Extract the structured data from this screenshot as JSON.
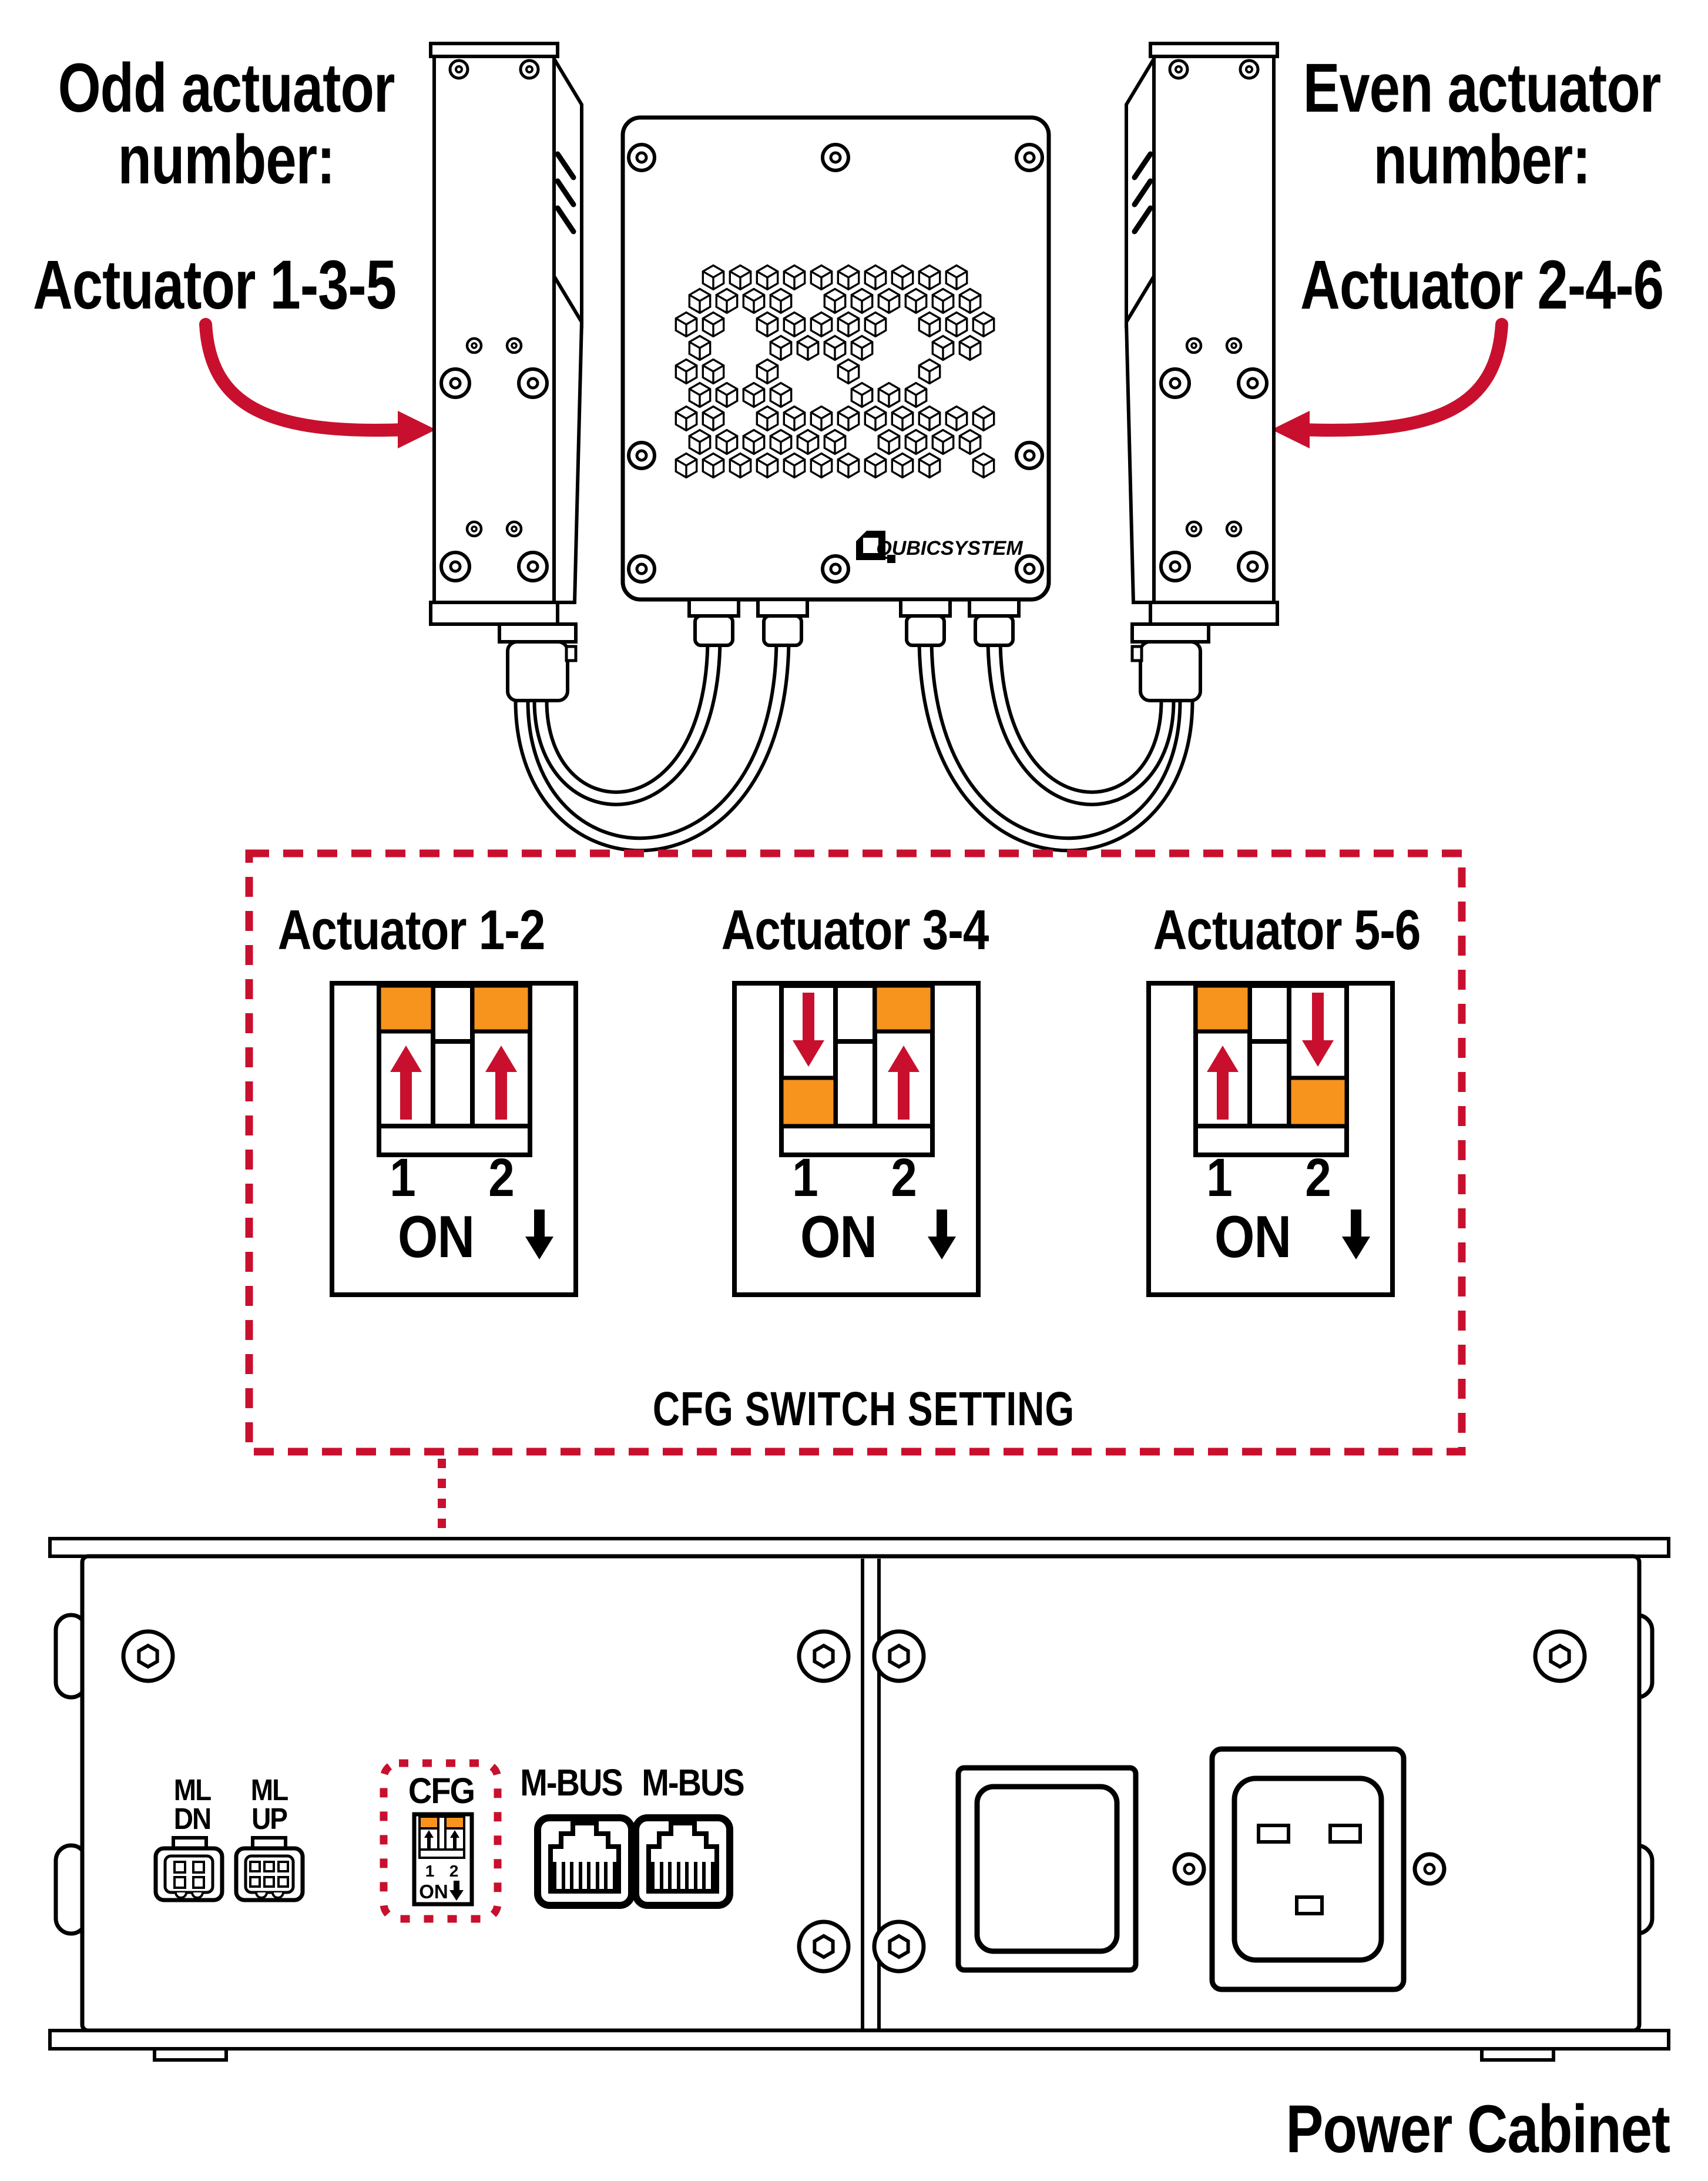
{
  "colors": {
    "accent_red": "#C8102E",
    "switch_orange": "#F7941D",
    "line_black": "#000000"
  },
  "annotations": {
    "odd": {
      "line1": "Odd actuator",
      "line2": "number:",
      "sub": "Actuator 1-3-5"
    },
    "even": {
      "line1": "Even actuator",
      "line2": "number:",
      "sub": "Actuator 2-4-6"
    }
  },
  "device": {
    "logo_text": "QUBICSYSTEM"
  },
  "cfg_panel": {
    "caption": "CFG SWITCH SETTING",
    "pin_labels": [
      "1",
      "2"
    ],
    "on_label": "ON",
    "switches": [
      {
        "title": "Actuator 1-2",
        "positions": [
          "up",
          "up"
        ]
      },
      {
        "title": "Actuator 3-4",
        "positions": [
          "down",
          "up"
        ]
      },
      {
        "title": "Actuator 5-6",
        "positions": [
          "up",
          "down"
        ]
      }
    ]
  },
  "cabinet": {
    "title": "Power Cabinet",
    "ml_dn": {
      "line1": "ML",
      "line2": "DN"
    },
    "ml_up": {
      "line1": "ML",
      "line2": "UP"
    },
    "cfg": {
      "label": "CFG",
      "pin_labels": [
        "1",
        "2"
      ],
      "on_label": "ON",
      "positions": [
        "up",
        "up"
      ]
    },
    "mbus": [
      {
        "label": "M-BUS"
      },
      {
        "label": "M-BUS"
      }
    ]
  }
}
